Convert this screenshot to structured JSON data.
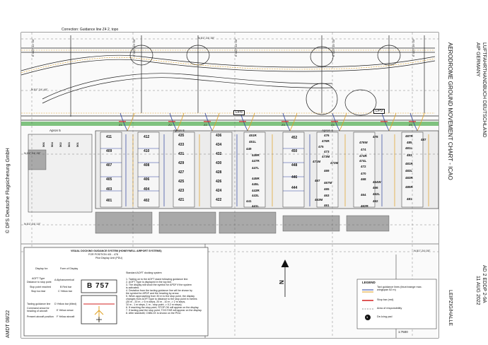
{
  "header": {
    "publisher_de": "LUFTFAHRTHANDBUCH DEUTSCHLAND",
    "publisher_en": "AIP GERMANY",
    "chart_title": "AERODROME GROUND MOVEMENT CHART - ICAO",
    "copyright": "© DFS Deutsche Flugsicherung GmbH",
    "page_ref": "AD 2 EDDP 2-9A",
    "date": "11 AUG 2022",
    "aerodrome": "LEIPZIG/HALLE",
    "amendment": "AMDT 08/22",
    "correction": "Correction: Guidance line Z4 2, topo"
  },
  "coords": {
    "lat_1": "N 51° 24' 30\"",
    "lat_2": "N 51° 24' 40\"",
    "lat_3": "N 51° 24' 20\"",
    "lat_4": "N 51° 24' 10\"",
    "lat_5": "N 51° 24' 00\"",
    "lon_1": "E 012° 12' 00\"",
    "lon_2": "E 012° 13' 00\"",
    "lon_3": "E 012° 14' 00\"",
    "lon_4": "E 012° 15' 00\"",
    "lon_5": "E 012° 16' 00\""
  },
  "taxiways": {
    "dp8": "DP8",
    "dp9": "DP9",
    "apron4": "Apron 4",
    "apron5": "Apron 5",
    "apron6": "Apron 6",
    "z_labels": [
      "Z1",
      "Z1",
      "Z2",
      "Z2",
      "Z3",
      "Z3",
      "Z4",
      "Z4",
      "Z5",
      "Z5"
    ],
    "s_labels": [
      "S1",
      "S2",
      "S3",
      "S4",
      "S5",
      "S6",
      "S7",
      "S8"
    ]
  },
  "stands": {
    "col1": [
      "411",
      "409",
      "407",
      "405",
      "403",
      "401"
    ],
    "col2": [
      "412",
      "410",
      "408",
      "406",
      "404",
      "402"
    ],
    "col3": [
      "435",
      "433",
      "431",
      "429",
      "427",
      "425",
      "423",
      "421"
    ],
    "col4": [
      "436",
      "434",
      "432",
      "430",
      "428",
      "426",
      "424",
      "422"
    ],
    "col5": [
      "451R",
      "451L",
      "449",
      "449R",
      "447R",
      "447L",
      "445R",
      "445L",
      "443R",
      "443L",
      "441",
      "441L"
    ],
    "col6": [
      "452",
      "450",
      "448",
      "446",
      "444"
    ],
    "col7": [
      "476",
      "476R",
      "475",
      "473",
      "473M",
      "471M",
      "472M",
      "469",
      "467",
      "467M",
      "465",
      "463",
      "463M",
      "461"
    ],
    "col8": [
      "478",
      "476W",
      "474",
      "474R",
      "474L",
      "472",
      "470",
      "468",
      "466",
      "464",
      "462",
      "462R",
      "464W",
      "462L"
    ],
    "col9": [
      "487R",
      "485",
      "483",
      "481",
      "481L",
      "481R",
      "483L",
      "483R",
      "485R",
      "487"
    ],
    "col0": [
      "506",
      "504",
      "502",
      "503",
      "501"
    ]
  },
  "vdgs": {
    "title": "VISUAL DOCKING GUIDANCE SYSTEM (HONEYWELL AIRPORT SYSTEMS)",
    "subtitle": "FOR POSITION 401 - 478",
    "subtitle2": "Pilot Display Unit (PDU)",
    "display_for": "Display for:",
    "form_of_display": "Form of Display",
    "aoft": "AOFT Type",
    "distance": "Distance to stop point",
    "stop_point": "Stop point reached",
    "stop_fast": "Stop too fast",
    "alpha": "A Alphanumerical",
    "red_bar": "B Red bar",
    "yellow_bar": "C Yellow bar",
    "taxiing": "Taxiing guidance line",
    "command_arrow": "Command arrow for heading of aircraft",
    "present_ac": "Present aircraft position",
    "yellow_bar_d": "D Yellow bar (tilted)",
    "yellow_arrow": "E Yellow arrow",
    "yellow_aircraft": "F Yellow aircraft",
    "display_text": "B 757",
    "standard_title": "Standard AOFT docking system",
    "steps": [
      "1. Taxiing on to the AOFT stand following guidance line.",
      "2. AOFT Type is displayed in the top line.",
      "3. The display will show the symbol for APDF if the system",
      "   is activated.",
      "4. Deviation from the taxiing guidance line will be shown by",
      "   the symbol for APDF and the heading by arrow.",
      "5. When approaching from 30 m to the stop point, the display",
      "   changes from AOFT type to distance to the stop point in metres",
      "   (30 m - 20 m -> 5 m steps, 20 m - 10 m -> 2 m steps,",
      "   10 m - 1 m steps, 1 m - stop point -> 0.2 m steps).",
      "6. If reaching the stop point, STOP OK will appear on the display.",
      "7. If taxiing past the stop point, TOO FAR will appear on the display.",
      "8. After standstill, CNBLCK is shown on the PDU."
    ]
  },
  "legend": {
    "title": "LEGEND",
    "taxi_guidance": "Taxi guidance lines (blue/orange max. wingspan 52 m)",
    "stop_bar": "Stop bar (red)",
    "responsibility": "Area of responsibility",
    "deicing": "De-Icing pad",
    "deicing_mark": "1"
  },
  "scale": "1:7500",
  "north": "N",
  "chart_data": {
    "type": "table",
    "title": "",
    "note": ""
  },
  "colors": {
    "taxi_blue": "#2a3f9e",
    "taxi_orange": "#e0a020",
    "stop_red": "#d22020",
    "apron_gray": "#e8e8e8",
    "building_gray": "#a9a9a9",
    "grass_green": "#7fc27f"
  }
}
